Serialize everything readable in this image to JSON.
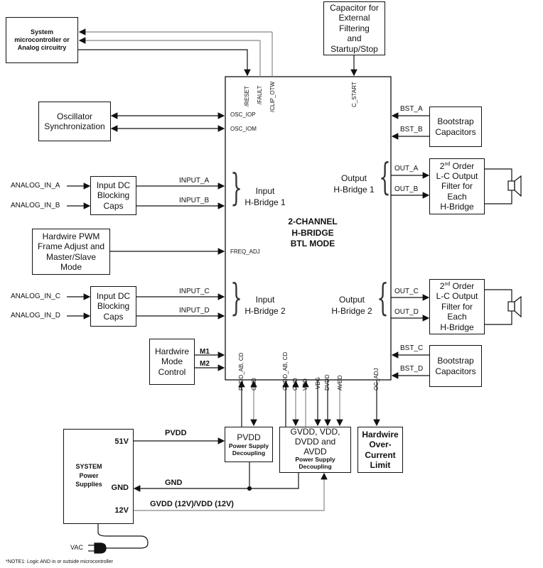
{
  "blocks": {
    "mcu": "System microcontroller or Analog circuitry",
    "osc": "Oscillator Synchronization",
    "cap": [
      "Capacitor for",
      "External",
      "Filtering",
      "and",
      "Startup/Stop"
    ],
    "dc1": [
      "Input DC",
      "Blocking",
      "Caps"
    ],
    "dc2": [
      "Input DC",
      "Blocking",
      "Caps"
    ],
    "pwm": [
      "Hardwire PWM",
      "Frame Adjust and",
      "Master/Slave",
      "Mode"
    ],
    "mode": [
      "Hardwire",
      "Mode",
      "Control"
    ],
    "boot1": [
      "Bootstrap",
      "Capacitors"
    ],
    "boot2": [
      "Bootstrap",
      "Capacitors"
    ],
    "filt1": {
      "sup": "nd",
      "l1": "2",
      "l1b": " Order",
      "rest": [
        "L-C Output",
        "Filter for",
        "Each",
        "H-Bridge"
      ]
    },
    "filt2": {
      "sup": "nd",
      "l1": "2",
      "l1b": " Order",
      "rest": [
        "L-C Output",
        "Filter for",
        "Each",
        "H-Bridge"
      ]
    },
    "pvdd": {
      "title": "PVDD",
      "sub": [
        "Power Supply",
        "Decoupling"
      ]
    },
    "gvdd": {
      "title": [
        "GVDD, VDD,",
        "DVDD and",
        "AVDD"
      ],
      "sub": [
        "Power Supply",
        "Decoupling"
      ]
    },
    "ocl": [
      "Hardwire",
      "Over-",
      "Current",
      "Limit"
    ],
    "psu": {
      "title": [
        "SYSTEM",
        "Power",
        "Supplies"
      ],
      "v51": "51V",
      "gnd": "GND",
      "v12": "12V"
    }
  },
  "chip": {
    "title": [
      "2-CHANNEL",
      "H-BRIDGE",
      "BTL MODE"
    ],
    "in1": [
      "Input",
      "H-Bridge 1"
    ],
    "in2": [
      "Input",
      "H-Bridge 2"
    ],
    "out1": [
      "Output",
      "H-Bridge 1"
    ],
    "out2": [
      "Output",
      "H-Bridge 2"
    ],
    "pins_top": [
      "/RESET",
      "/FAULT",
      "/CLIP_OTW",
      "C_START"
    ],
    "pins_left": [
      "OSC_IOP",
      "OSC_IOM",
      "FREQ_ADJ"
    ],
    "pins_bottom": [
      "PVDD_AB, CD",
      "GND",
      "GVDD_AB, CD",
      "GND",
      "VDD",
      "VBG",
      "DVDD",
      "AVDD",
      "OC_ADJ"
    ]
  },
  "signals": {
    "analog_in": [
      "ANALOG_IN_A",
      "ANALOG_IN_B",
      "ANALOG_IN_C",
      "ANALOG_IN_D"
    ],
    "inputs": [
      "INPUT_A",
      "INPUT_B",
      "INPUT_C",
      "INPUT_D"
    ],
    "outputs": [
      "OUT_A",
      "OUT_B",
      "OUT_C",
      "OUT_D"
    ],
    "bst": [
      "BST_A",
      "BST_B",
      "BST_C",
      "BST_D"
    ],
    "mode": [
      "M1",
      "M2"
    ],
    "pvdd": "PVDD",
    "gnd": "GND",
    "gvdd": "GVDD (12V)/VDD (12V)",
    "vac": "VAC"
  },
  "note": "*NOTE1: Logic AND in or outside microcontroller"
}
